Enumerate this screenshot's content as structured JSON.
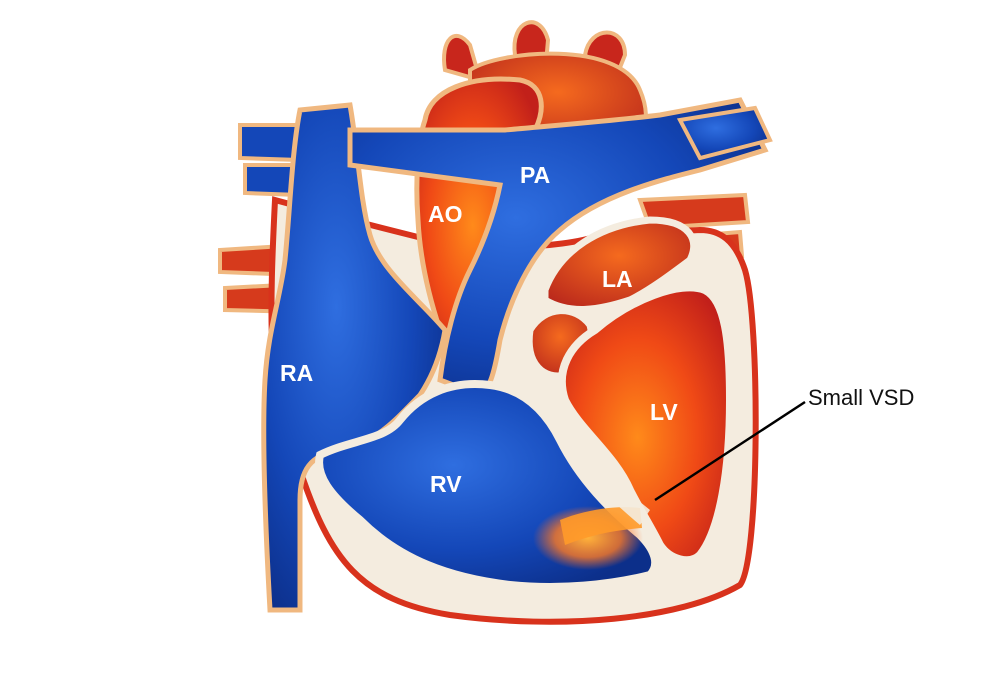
{
  "diagram": {
    "labels": {
      "pa": "PA",
      "ao": "AO",
      "la": "LA",
      "ra": "RA",
      "lv": "LV",
      "rv": "RV"
    },
    "callout": "Small VSD"
  },
  "colors": {
    "background": "#ffffff",
    "deoxygenated": "#1247b8",
    "oxygenated": "#e8481a",
    "septum": "#f4ecdf",
    "outline": "#f0b880",
    "shunt": "#ff8a2a"
  }
}
